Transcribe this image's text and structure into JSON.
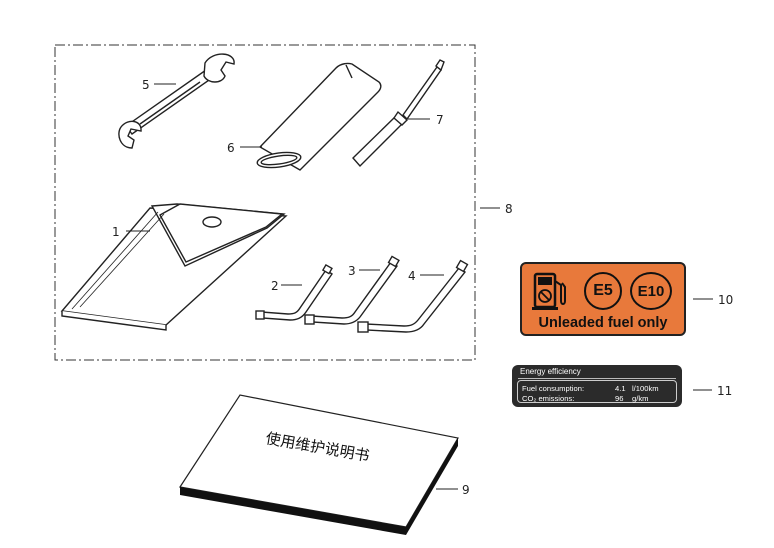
{
  "callouts": {
    "c1": "1",
    "c2": "2",
    "c3": "3",
    "c4": "4",
    "c5": "5",
    "c6": "6",
    "c7": "7",
    "c8": "8",
    "c9": "9",
    "c10": "10",
    "c11": "11"
  },
  "manual": {
    "title": "使用维护说明书"
  },
  "fuel_label": {
    "badge_e5": "E5",
    "badge_e10": "E10",
    "text": "Unleaded fuel only",
    "background_color": "#e8793b",
    "icon": "fuel-pump-icon"
  },
  "energy_label": {
    "title": "Energy efficiency",
    "rows": [
      {
        "label": "Fuel consumption:",
        "value": "4.1",
        "unit": "l/100km"
      },
      {
        "label": "CO₂ emissions:",
        "value": "96",
        "unit": "g/km"
      }
    ],
    "background_color": "#2b2b2b"
  }
}
